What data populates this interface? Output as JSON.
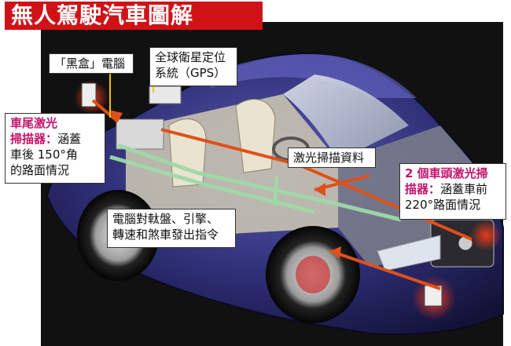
{
  "title": "無人駕駛汽車圖解",
  "labels": {
    "black_box": "「黑盒」電腦",
    "gps_line1": "全球衛星定位",
    "gps_line2": "系統（GPS）",
    "rear_laser_title1": "車尾激光",
    "rear_laser_title2": "掃描器：",
    "rear_laser_desc1": "涵蓋",
    "rear_laser_desc2": "車後 150°角",
    "rear_laser_desc3": "的路面情況",
    "laser_data": "激光掃描資料",
    "front_laser_title1": "2 個車頭激光掃",
    "front_laser_title2": "描器：",
    "front_laser_desc1": "涵蓋車前",
    "front_laser_desc2": "220°路面情況",
    "computer_cmd1": "電腦對軚盤、引擎、",
    "computer_cmd2": "轉速和煞車發出指令"
  },
  "colors": {
    "title_bg": "#d01217",
    "accent_text": "#c4156c",
    "signal_line": "#e0501a",
    "control_line": "#9fd9a9",
    "car_body": "#2a2a6a"
  }
}
